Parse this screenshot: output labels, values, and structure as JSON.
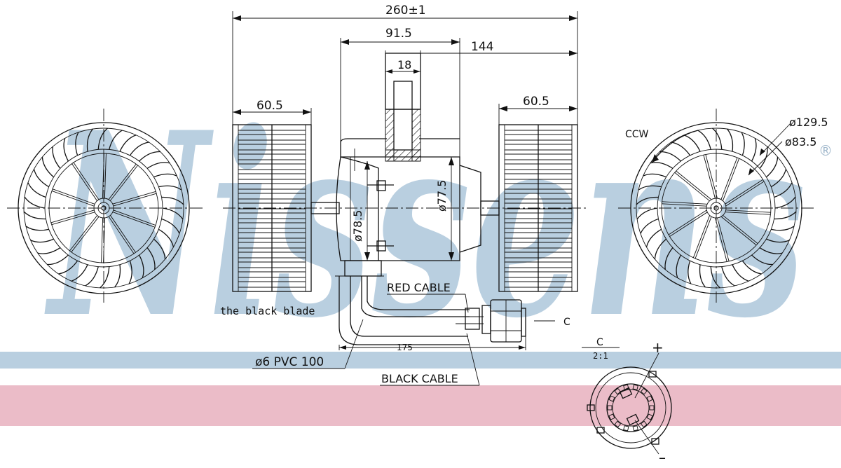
{
  "colors": {
    "watermark_blue": "#b9cfe0",
    "band_blue": "#b9cfe0",
    "band_pink": "#ebbcc8",
    "line": "#111111"
  },
  "watermark": {
    "text": "Nissens",
    "mark": "®"
  },
  "dimensions": {
    "overall_length": "260±1",
    "motor_length": "91.5",
    "right_length": "144",
    "connector_width": "18",
    "left_wheel_width": "60.5",
    "right_wheel_width": "60.5",
    "motor_diameter_outer": "ø78.5",
    "motor_diameter_inner": "ø77.5",
    "wheel_outer_diameter": "ø129.5",
    "wheel_inner_diameter": "ø83.5",
    "cable_length": "175"
  },
  "labels": {
    "rotation": "CCW",
    "blade_note": "the black blade",
    "red_cable": "RED CABLE",
    "black_cable": "BLACK CABLE",
    "pvc": "ø6 PVC 100",
    "view_ref": "C",
    "detail_title": "C",
    "detail_scale": "2:1",
    "plus": "+",
    "minus": "–"
  }
}
